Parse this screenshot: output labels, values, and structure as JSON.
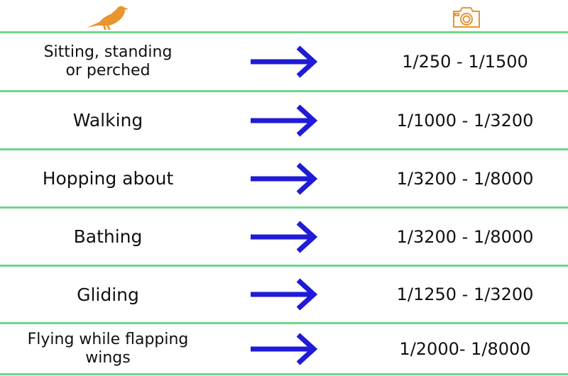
{
  "icons": {
    "behavior_column": "bird-icon",
    "shutter_column": "camera-icon"
  },
  "colors": {
    "icon": "#E8952F",
    "divider": "#6FD68A",
    "arrow": "#1F1BD6",
    "text": "#111111"
  },
  "rows": [
    {
      "behavior": "Sitting, standing\nor perched",
      "shutter_speed": "1/250 - 1/1500"
    },
    {
      "behavior": "Walking",
      "shutter_speed": "1/1000 - 1/3200"
    },
    {
      "behavior": "Hopping about",
      "shutter_speed": "1/3200 - 1/8000"
    },
    {
      "behavior": "Bathing",
      "shutter_speed": "1/3200 - 1/8000"
    },
    {
      "behavior": "Gliding",
      "shutter_speed": "1/1250 - 1/3200"
    },
    {
      "behavior": "Flying while flapping\nwings",
      "shutter_speed": "1/2000- 1/8000"
    }
  ]
}
